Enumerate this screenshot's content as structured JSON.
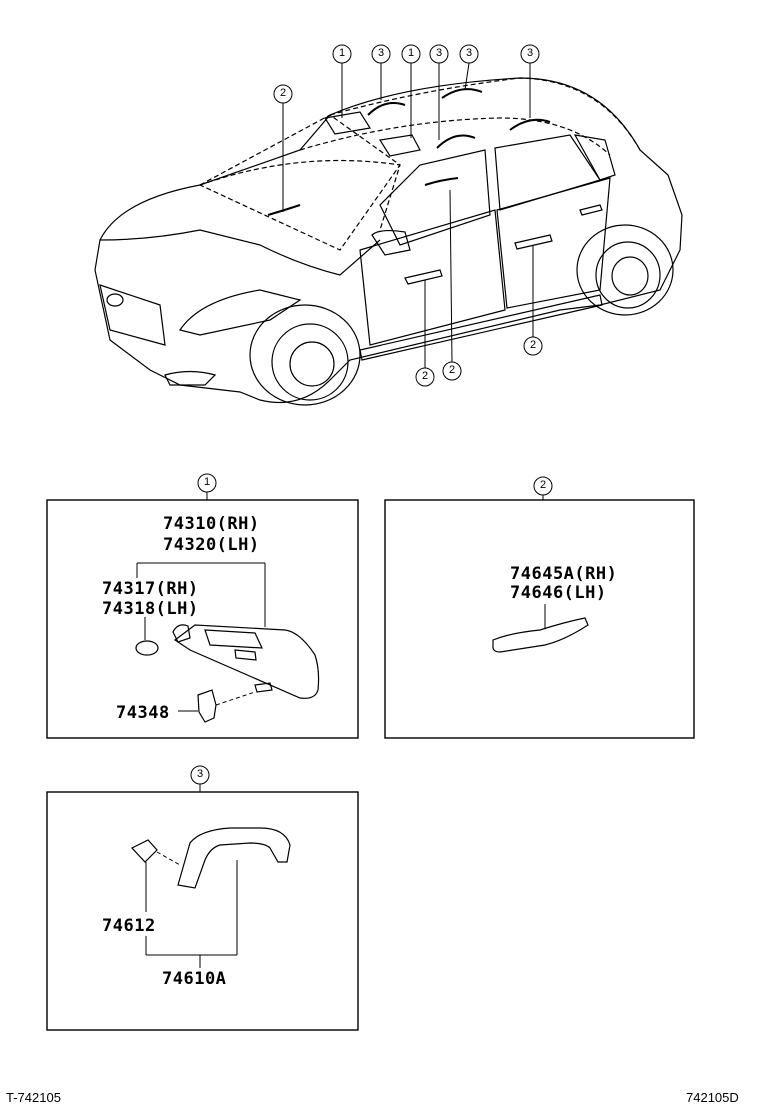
{
  "car_callouts": [
    "1",
    "3",
    "1",
    "3",
    "3",
    "3",
    "2",
    "2",
    "2",
    "2"
  ],
  "panels": {
    "p1": {
      "num": "1",
      "labels": {
        "a": "74310(RH)",
        "b": "74320(LH)",
        "c": "74317(RH)",
        "d": "74318(LH)",
        "e": "74348"
      }
    },
    "p2": {
      "num": "2",
      "labels": {
        "a": "74645A(RH)",
        "b": "74646(LH)"
      }
    },
    "p3": {
      "num": "3",
      "labels": {
        "a": "74612",
        "b": "74610A"
      }
    }
  },
  "footer": {
    "left": "T-742105",
    "right": "742105D"
  }
}
